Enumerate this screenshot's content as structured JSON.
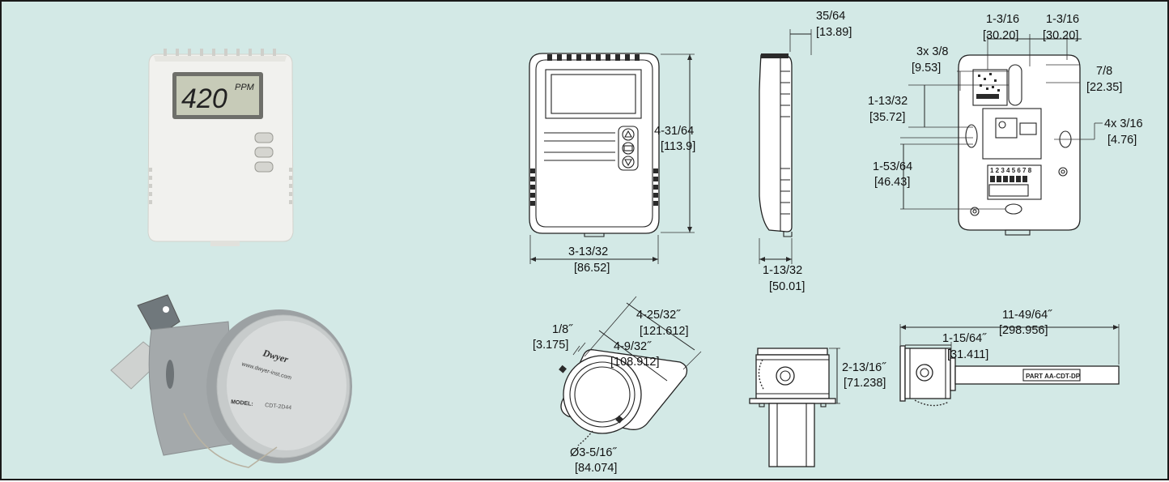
{
  "photos": {
    "thermostat_display_value": "420",
    "thermostat_display_unit": "PPM",
    "probe_brand": "Dwyer",
    "probe_url": "www.dwyer-inst.com",
    "probe_model_label": "MODEL:",
    "probe_model_value": "CDT-2D44"
  },
  "wall_front": {
    "width": "3-13/32",
    "width_mm": "[86.52]",
    "height": "4-31/64",
    "height_mm": "[113.9]"
  },
  "wall_side": {
    "top": "35/64",
    "top_mm": "[13.89]",
    "depth": "1-13/32",
    "depth_mm": "[50.01]"
  },
  "wall_back": {
    "spacing_a": "1-3/16",
    "spacing_a_mm": "[30.20]",
    "spacing_b": "1-3/16",
    "spacing_b_mm": "[30.20]",
    "holes3": "3x 3/8",
    "holes3_mm": "[9.53]",
    "top_offset": "7/8",
    "top_offset_mm": "[22.35]",
    "v1": "1-13/32",
    "v1_mm": "[35.72]",
    "holes4": "4x 3/16",
    "holes4_mm": "[4.76]",
    "v2": "1-53/64",
    "v2_mm": "[46.43]",
    "terminals": "1 2 3 4 5 6 7 8"
  },
  "duct_front": {
    "flange": "1/8˝",
    "flange_mm": "[3.175]",
    "outer": "4-25/32˝",
    "outer_mm": "[121.612]",
    "inner": "4-9/32˝",
    "inner_mm": "[108.912]",
    "diameter": "Ø3-5/16˝",
    "diameter_mm": "[84.074]"
  },
  "duct_side": {
    "height": "2-13/16˝",
    "height_mm": "[71.238]"
  },
  "duct_length": {
    "overall": "11-49/64˝",
    "overall_mm": "[298.956]",
    "head": "1-15/64˝",
    "head_mm": "[31.411]",
    "probe_label": "PART AA-CDT-DP"
  }
}
